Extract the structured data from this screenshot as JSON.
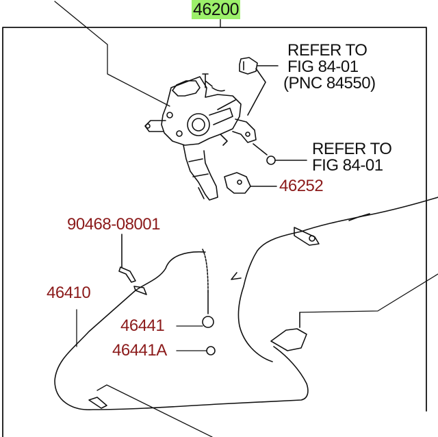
{
  "title_part": {
    "number": "46200",
    "highlight_color": "#9cf06a"
  },
  "references": [
    {
      "lines": [
        "REFER TO",
        "FIG 84-01",
        "(PNC 84550)"
      ]
    },
    {
      "lines": [
        "REFER TO",
        "FIG 84-01"
      ]
    }
  ],
  "callouts": [
    {
      "number": "46252"
    },
    {
      "number": "90468-08001"
    },
    {
      "number": "46410"
    },
    {
      "number": "46441"
    },
    {
      "number": "46441A"
    }
  ],
  "colors": {
    "callout": "#8b1a1a",
    "lines": "#111111"
  }
}
